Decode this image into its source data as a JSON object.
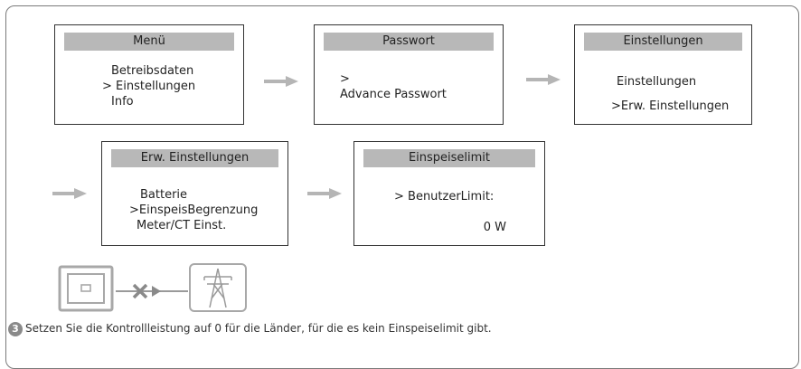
{
  "screens": [
    {
      "title": "Menü",
      "lines": [
        "Betreibsdaten",
        "> Einstellungen",
        "Info"
      ]
    },
    {
      "title": "Passwort",
      "lines": [
        ">",
        "Advance Passwort"
      ]
    },
    {
      "title": "Einstellungen",
      "lines": [
        "Einstellungen",
        ">Erw. Einstellungen"
      ]
    },
    {
      "title": "Erw. Einstellungen",
      "lines": [
        "Batterie",
        ">EinspeisBegrenzung",
        "Meter/CT Einst."
      ]
    },
    {
      "title": "Einspeiselimit",
      "lines": [
        "> BenutzerLimit:",
        "0 W"
      ]
    }
  ],
  "step_number": "3",
  "footer_text": "Setzen Sie die Kontrollleistung auf 0 für die Länder, für die es kein Einspeiselimit gibt.",
  "colors": {
    "arrow": "#b5b5b5",
    "header_bg": "#b8b8b8",
    "icon_stroke": "#a8a8a8"
  },
  "icons": {
    "left": "inverter-icon",
    "middle": "cross-arrow-icon",
    "right": "grid-pylon-icon"
  }
}
